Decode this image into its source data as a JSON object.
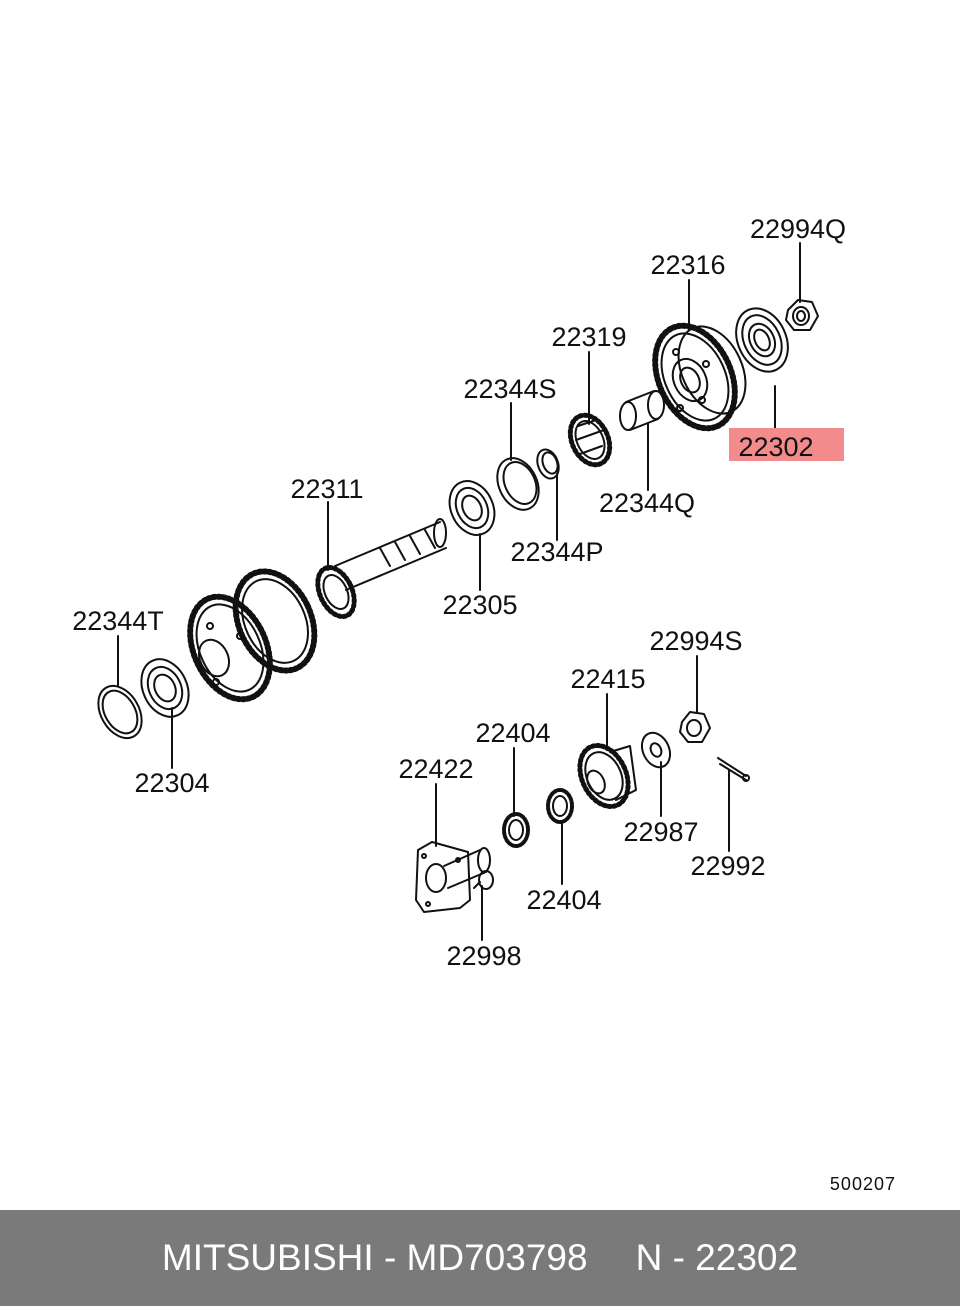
{
  "diagram": {
    "drawing_code": "500207",
    "highlight_color": "#f28b8b",
    "labels": {
      "p22994Q": "22994Q",
      "p22316": "22316",
      "p22319": "22319",
      "p22344S": "22344S",
      "p22302": "22302",
      "p22344Q": "22344Q",
      "p22311": "22311",
      "p22344P": "22344P",
      "p22305": "22305",
      "p22994S": "22994S",
      "p22344T": "22344T",
      "p22415": "22415",
      "p22404a": "22404",
      "p22422": "22422",
      "p22304": "22304",
      "p22987": "22987",
      "p22992": "22992",
      "p22404b": "22404",
      "p22998": "22998"
    }
  },
  "footer": {
    "brand_part": "MITSUBISHI - MD703798",
    "ref_part": "N - 22302",
    "background": "#7a7a7a"
  }
}
